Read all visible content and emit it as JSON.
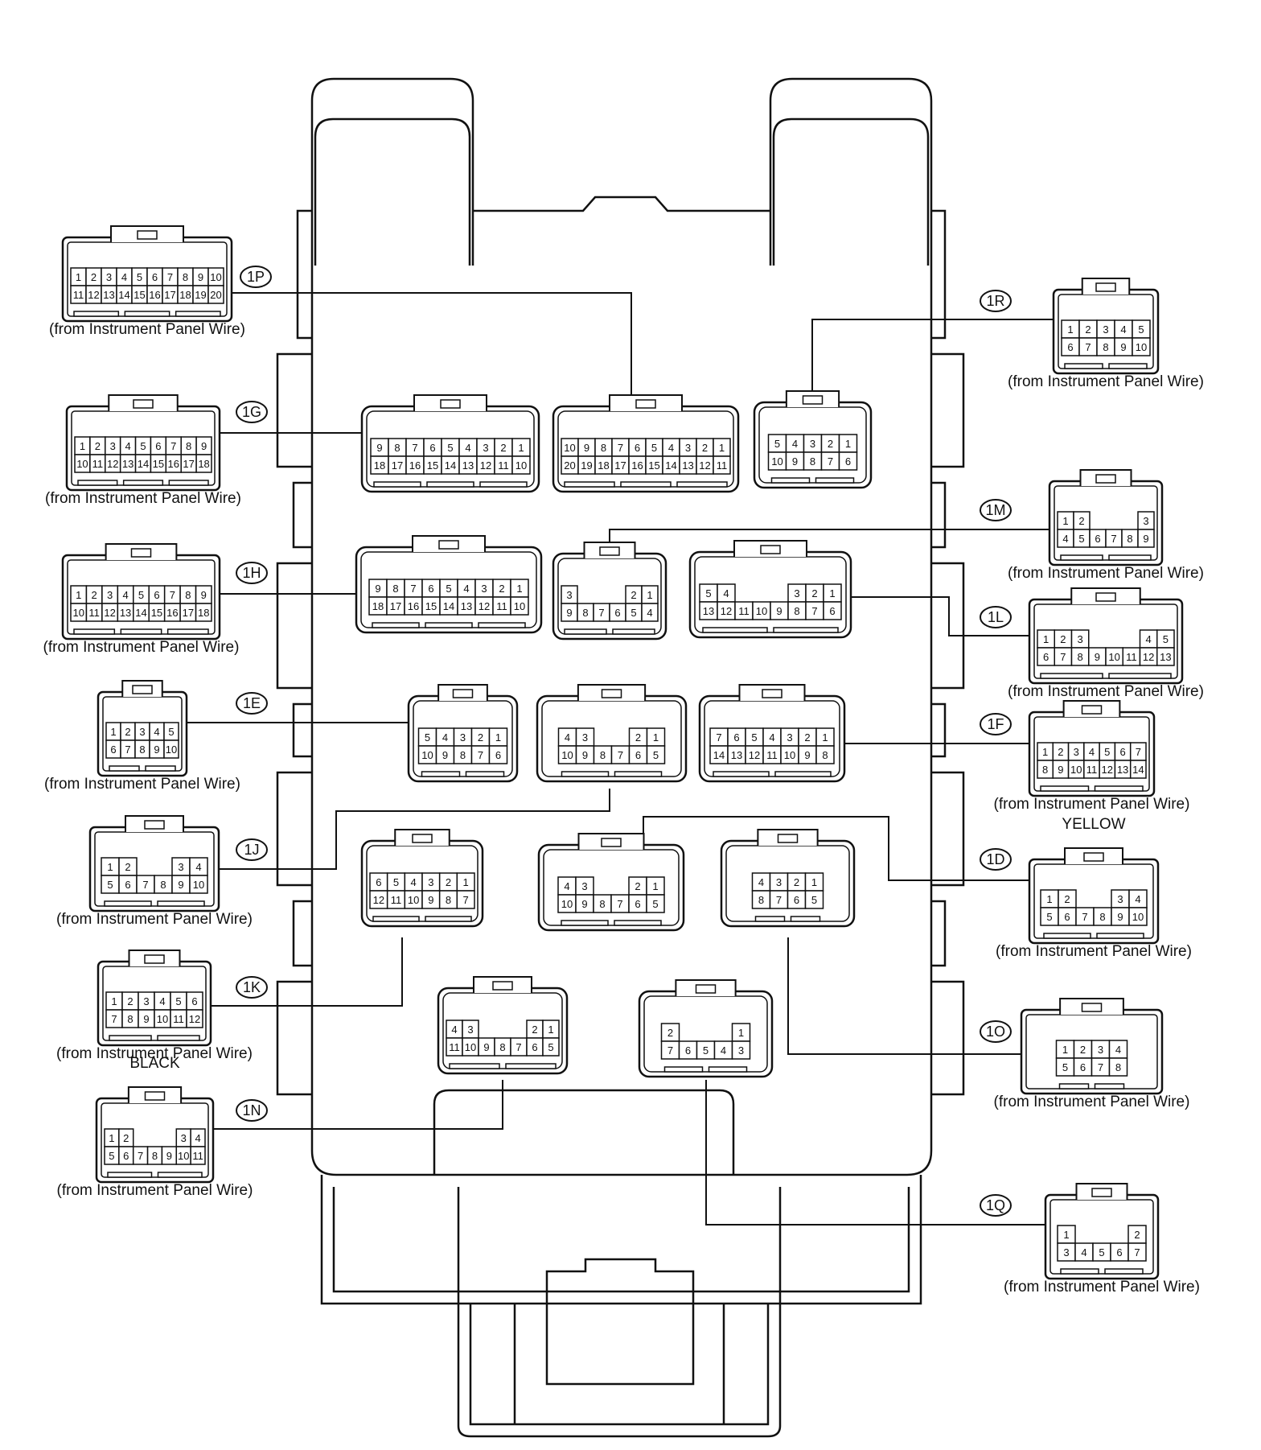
{
  "connectors": [
    {
      "id": "1P",
      "code": "1P",
      "note": "(from Instrument Panel Wire)",
      "rows": [
        [
          "1",
          "2",
          "3",
          "4",
          "5",
          "6",
          "7",
          "8",
          "9",
          "10"
        ],
        [
          "11",
          "12",
          "13",
          "14",
          "15",
          "16",
          "17",
          "18",
          "19",
          "20"
        ]
      ],
      "box_rows": [
        [
          "10",
          "9",
          "8",
          "7",
          "6",
          "5",
          "4",
          "3",
          "2",
          "1"
        ],
        [
          "20",
          "19",
          "18",
          "17",
          "16",
          "15",
          "14",
          "13",
          "12",
          "11"
        ]
      ]
    },
    {
      "id": "1G",
      "code": "1G",
      "note": "(from Instrument Panel Wire)",
      "rows": [
        [
          "1",
          "2",
          "3",
          "4",
          "5",
          "6",
          "7",
          "8",
          "9"
        ],
        [
          "10",
          "11",
          "12",
          "13",
          "14",
          "15",
          "16",
          "17",
          "18"
        ]
      ],
      "box_rows": [
        [
          "9",
          "8",
          "7",
          "6",
          "5",
          "4",
          "3",
          "2",
          "1"
        ],
        [
          "18",
          "17",
          "16",
          "15",
          "14",
          "13",
          "12",
          "11",
          "10"
        ]
      ]
    },
    {
      "id": "1H",
      "code": "1H",
      "note": "(from Instrument Panel Wire)",
      "rows": [
        [
          "1",
          "2",
          "3",
          "4",
          "5",
          "6",
          "7",
          "8",
          "9"
        ],
        [
          "10",
          "11",
          "12",
          "13",
          "14",
          "15",
          "16",
          "17",
          "18"
        ]
      ],
      "box_rows": [
        [
          "9",
          "8",
          "7",
          "6",
          "5",
          "4",
          "3",
          "2",
          "1"
        ],
        [
          "18",
          "17",
          "16",
          "15",
          "14",
          "13",
          "12",
          "11",
          "10"
        ]
      ]
    },
    {
      "id": "1E",
      "code": "1E",
      "note": "(from Instrument Panel Wire)",
      "rows": [
        [
          "1",
          "2",
          "3",
          "4",
          "5"
        ],
        [
          "6",
          "7",
          "8",
          "9",
          "10"
        ]
      ],
      "box_rows": [
        [
          "5",
          "4",
          "3",
          "2",
          "1"
        ],
        [
          "10",
          "9",
          "8",
          "7",
          "6"
        ]
      ]
    },
    {
      "id": "1J",
      "code": "1J",
      "note": "(from Instrument Panel Wire)",
      "rows": [
        [
          "1",
          "2",
          "",
          "",
          "3",
          "4"
        ],
        [
          "5",
          "6",
          "7",
          "8",
          "9",
          "10"
        ]
      ],
      "box_rows": [
        [
          "4",
          "3",
          "",
          "",
          "2",
          "1"
        ],
        [
          "10",
          "9",
          "8",
          "7",
          "6",
          "5"
        ]
      ]
    },
    {
      "id": "1K",
      "code": "1K",
      "note": "(from Instrument Panel Wire)",
      "rows": [
        [
          "1",
          "2",
          "3",
          "4",
          "5",
          "6"
        ],
        [
          "7",
          "8",
          "9",
          "10",
          "11",
          "12"
        ]
      ],
      "box_rows": [
        [
          "6",
          "5",
          "4",
          "3",
          "2",
          "1"
        ],
        [
          "12",
          "11",
          "10",
          "9",
          "8",
          "7"
        ]
      ]
    },
    {
      "id": "1N",
      "code": "1N",
      "color": "BLACK",
      "note": "(from Instrument Panel Wire)",
      "rows": [
        [
          "1",
          "2",
          "",
          "",
          "",
          "3",
          "4"
        ],
        [
          "5",
          "6",
          "7",
          "8",
          "9",
          "10",
          "11"
        ]
      ],
      "box_rows": [
        [
          "4",
          "3",
          "",
          "",
          "",
          "2",
          "1"
        ],
        [
          "11",
          "10",
          "9",
          "8",
          "7",
          "6",
          "5"
        ]
      ]
    },
    {
      "id": "1R",
      "code": "1R",
      "note": "(from Instrument Panel Wire)",
      "rows": [
        [
          "1",
          "2",
          "3",
          "4",
          "5"
        ],
        [
          "6",
          "7",
          "8",
          "9",
          "10"
        ]
      ],
      "box_rows": [
        [
          "5",
          "4",
          "3",
          "2",
          "1"
        ],
        [
          "10",
          "9",
          "8",
          "7",
          "6"
        ]
      ]
    },
    {
      "id": "1M",
      "code": "1M",
      "note": "(from Instrument Panel Wire)",
      "rows": [
        [
          "1",
          "2",
          "",
          "",
          "",
          "3"
        ],
        [
          "4",
          "5",
          "6",
          "7",
          "8",
          "9"
        ]
      ],
      "box_rows": [
        [
          "3",
          "",
          "",
          "",
          "2",
          "1"
        ],
        [
          "9",
          "8",
          "7",
          "6",
          "5",
          "4"
        ]
      ]
    },
    {
      "id": "1L",
      "code": "1L",
      "note": "(from Instrument Panel Wire)",
      "rows": [
        [
          "1",
          "2",
          "3",
          "",
          "",
          "",
          "4",
          "5"
        ],
        [
          "6",
          "7",
          "8",
          "9",
          "10",
          "11",
          "12",
          "13"
        ]
      ],
      "box_rows": [
        [
          "5",
          "4",
          "",
          "",
          "",
          "3",
          "2",
          "1"
        ],
        [
          "13",
          "12",
          "11",
          "10",
          "9",
          "8",
          "7",
          "6"
        ]
      ]
    },
    {
      "id": "1F",
      "code": "1F",
      "note": "(from Instrument Panel Wire)",
      "rows": [
        [
          "1",
          "2",
          "3",
          "4",
          "5",
          "6",
          "7"
        ],
        [
          "8",
          "9",
          "10",
          "11",
          "12",
          "13",
          "14"
        ]
      ],
      "box_rows": [
        [
          "7",
          "6",
          "5",
          "4",
          "3",
          "2",
          "1"
        ],
        [
          "14",
          "13",
          "12",
          "11",
          "10",
          "9",
          "8"
        ]
      ]
    },
    {
      "id": "1D",
      "code": "1D",
      "color": "YELLOW",
      "note": "(from Instrument Panel Wire)",
      "rows": [
        [
          "1",
          "2",
          "",
          "",
          "3",
          "4"
        ],
        [
          "5",
          "6",
          "7",
          "8",
          "9",
          "10"
        ]
      ],
      "box_rows": [
        [
          "4",
          "3",
          "",
          "",
          "2",
          "1"
        ],
        [
          "10",
          "9",
          "8",
          "7",
          "6",
          "5"
        ]
      ]
    },
    {
      "id": "1O",
      "code": "1O",
      "note": "(from Instrument Panel Wire)",
      "rows": [
        [
          "1",
          "2",
          "3",
          "4"
        ],
        [
          "5",
          "6",
          "7",
          "8"
        ]
      ],
      "box_rows": [
        [
          "4",
          "3",
          "2",
          "1"
        ],
        [
          "8",
          "7",
          "6",
          "5"
        ]
      ]
    },
    {
      "id": "1Q",
      "code": "1Q",
      "note": "(from Instrument Panel Wire)",
      "rows": [
        [
          "1",
          "",
          "",
          "",
          "2"
        ],
        [
          "3",
          "4",
          "5",
          "6",
          "7"
        ]
      ],
      "box_rows": [
        [
          "2",
          "",
          "",
          "",
          "1"
        ],
        [
          "7",
          "6",
          "5",
          "4",
          "3"
        ]
      ]
    }
  ]
}
